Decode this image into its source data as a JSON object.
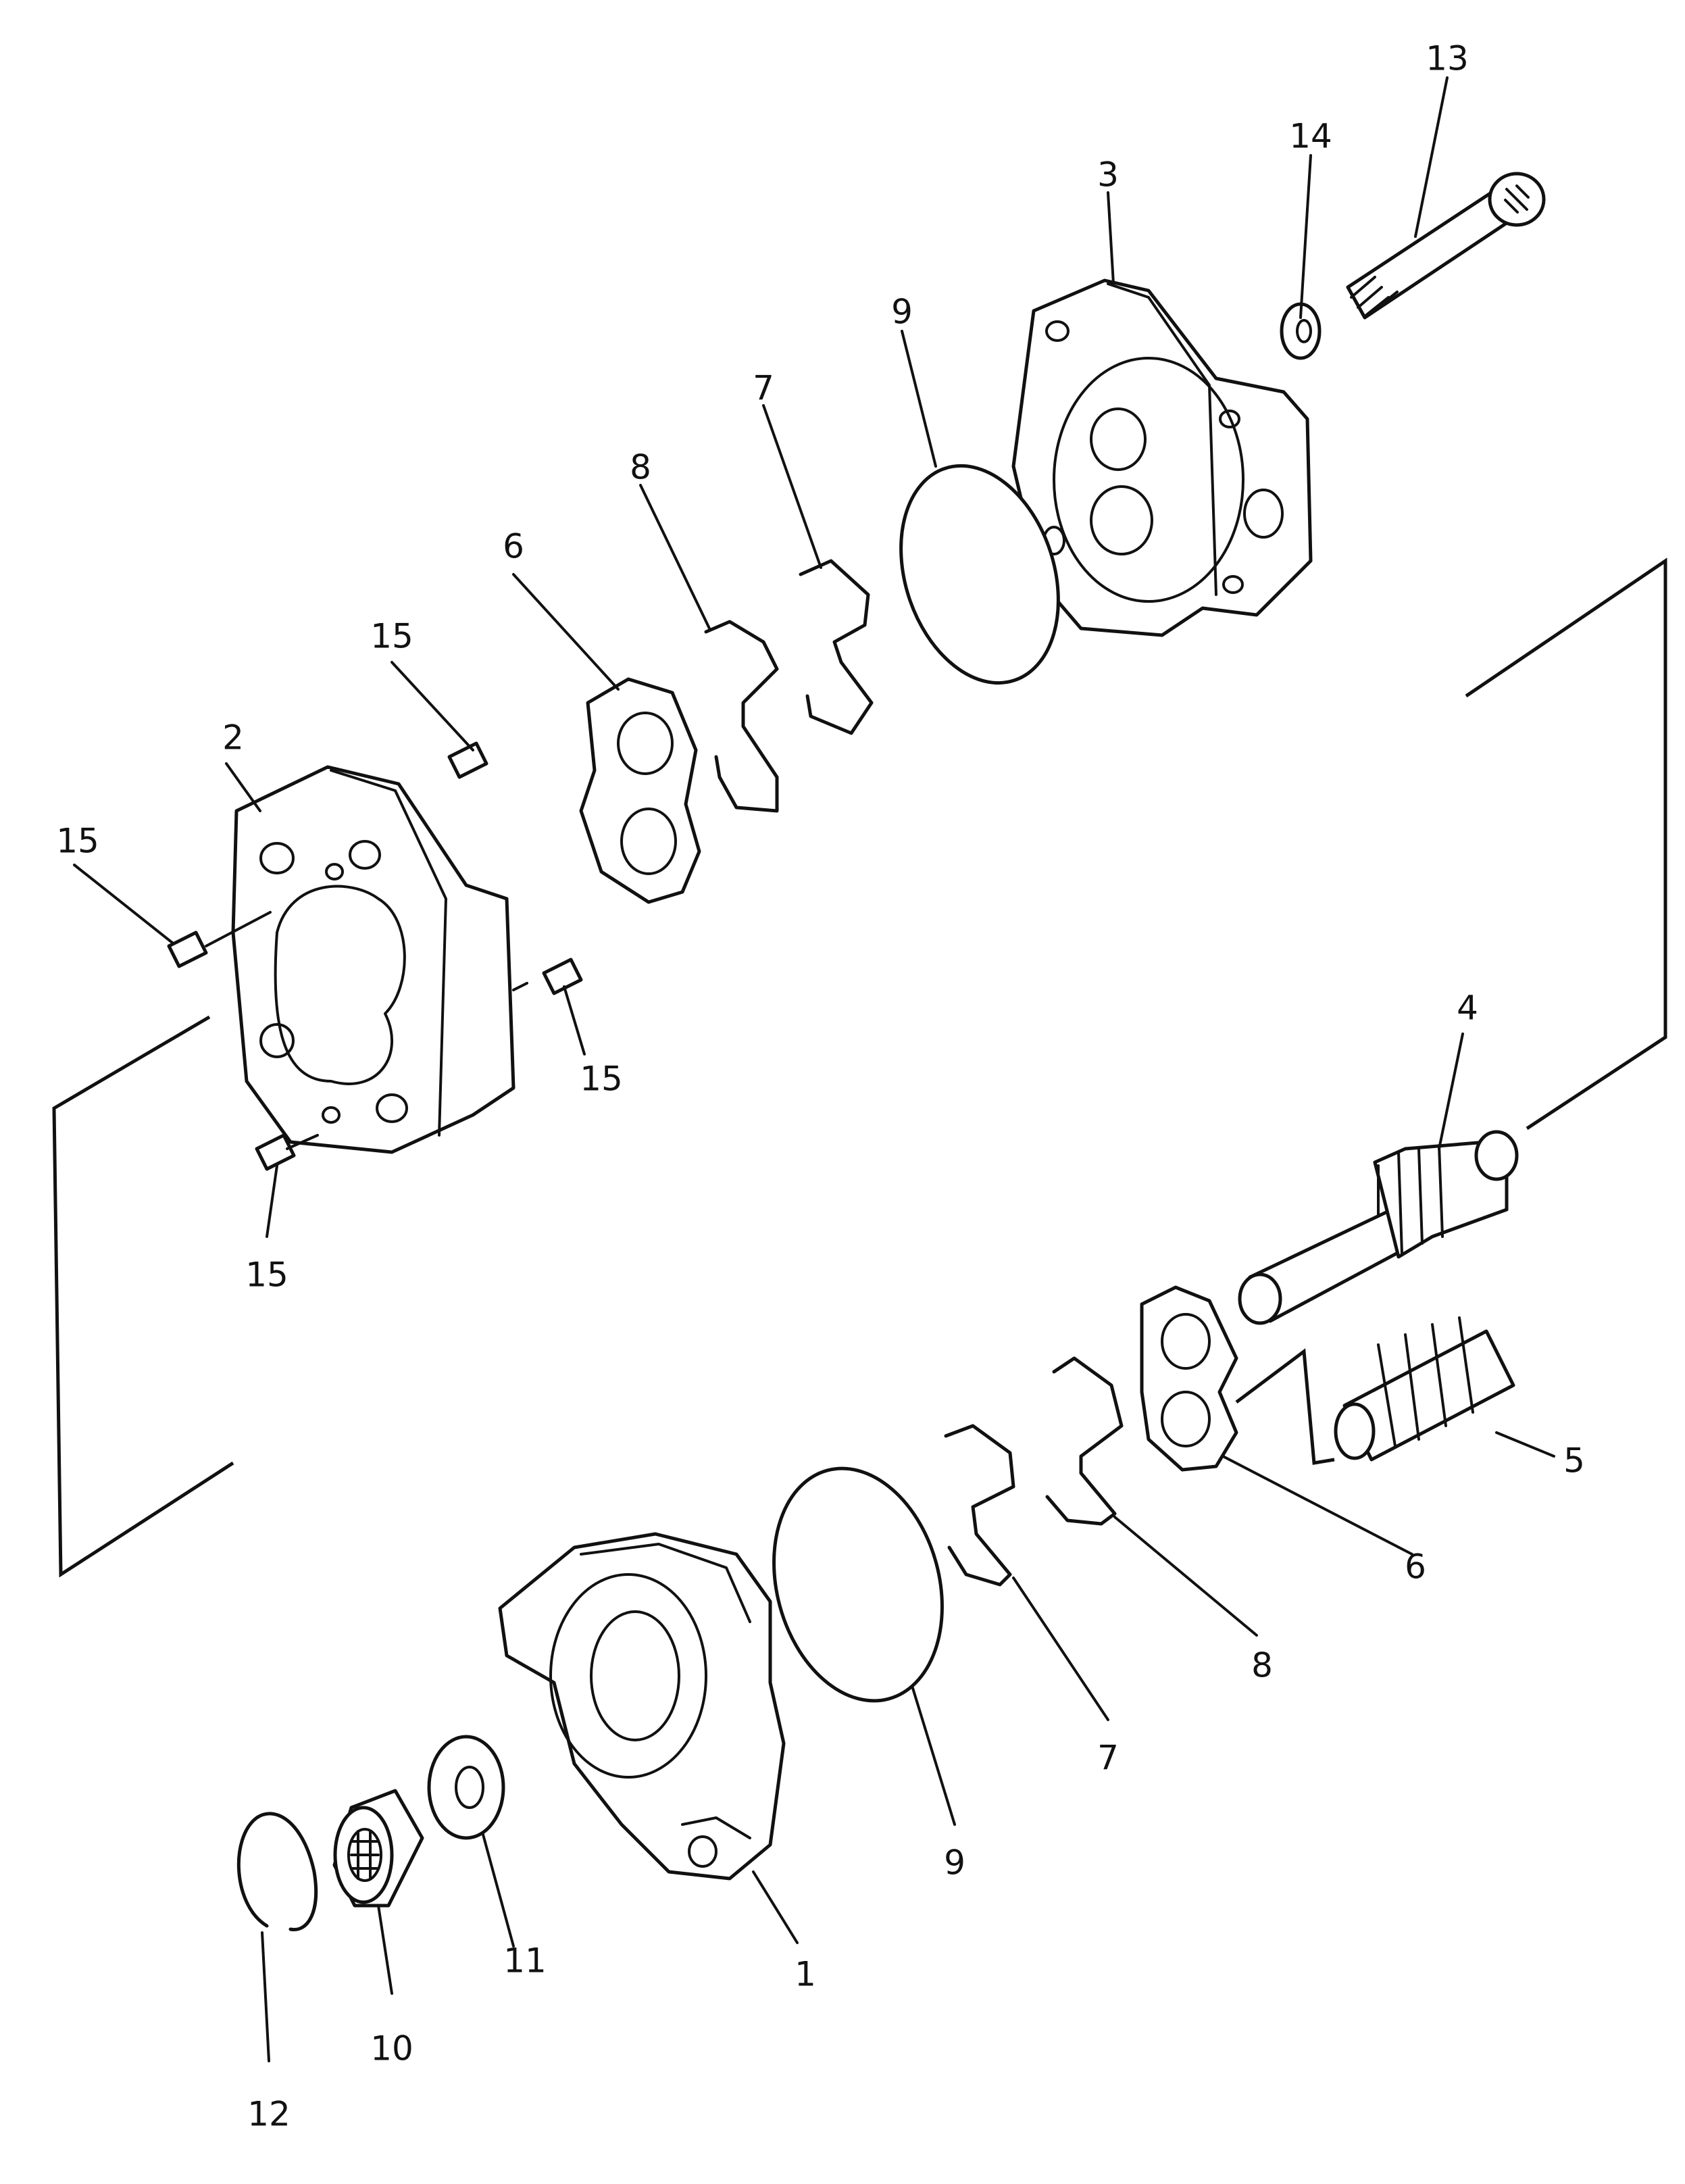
{
  "callouts": {
    "c1": "1",
    "c2": "2",
    "c3": "3",
    "c4": "4",
    "c5": "5",
    "c6a": "6",
    "c6b": "6",
    "c7a": "7",
    "c7b": "7",
    "c8a": "8",
    "c8b": "8",
    "c9a": "9",
    "c9b": "9",
    "c10": "10",
    "c11": "11",
    "c12": "12",
    "c13": "13",
    "c14": "14",
    "c15a": "15",
    "c15b": "15",
    "c15c": "15",
    "c15d": "15"
  },
  "colors": {
    "line": "#111111",
    "background": "#ffffff"
  }
}
